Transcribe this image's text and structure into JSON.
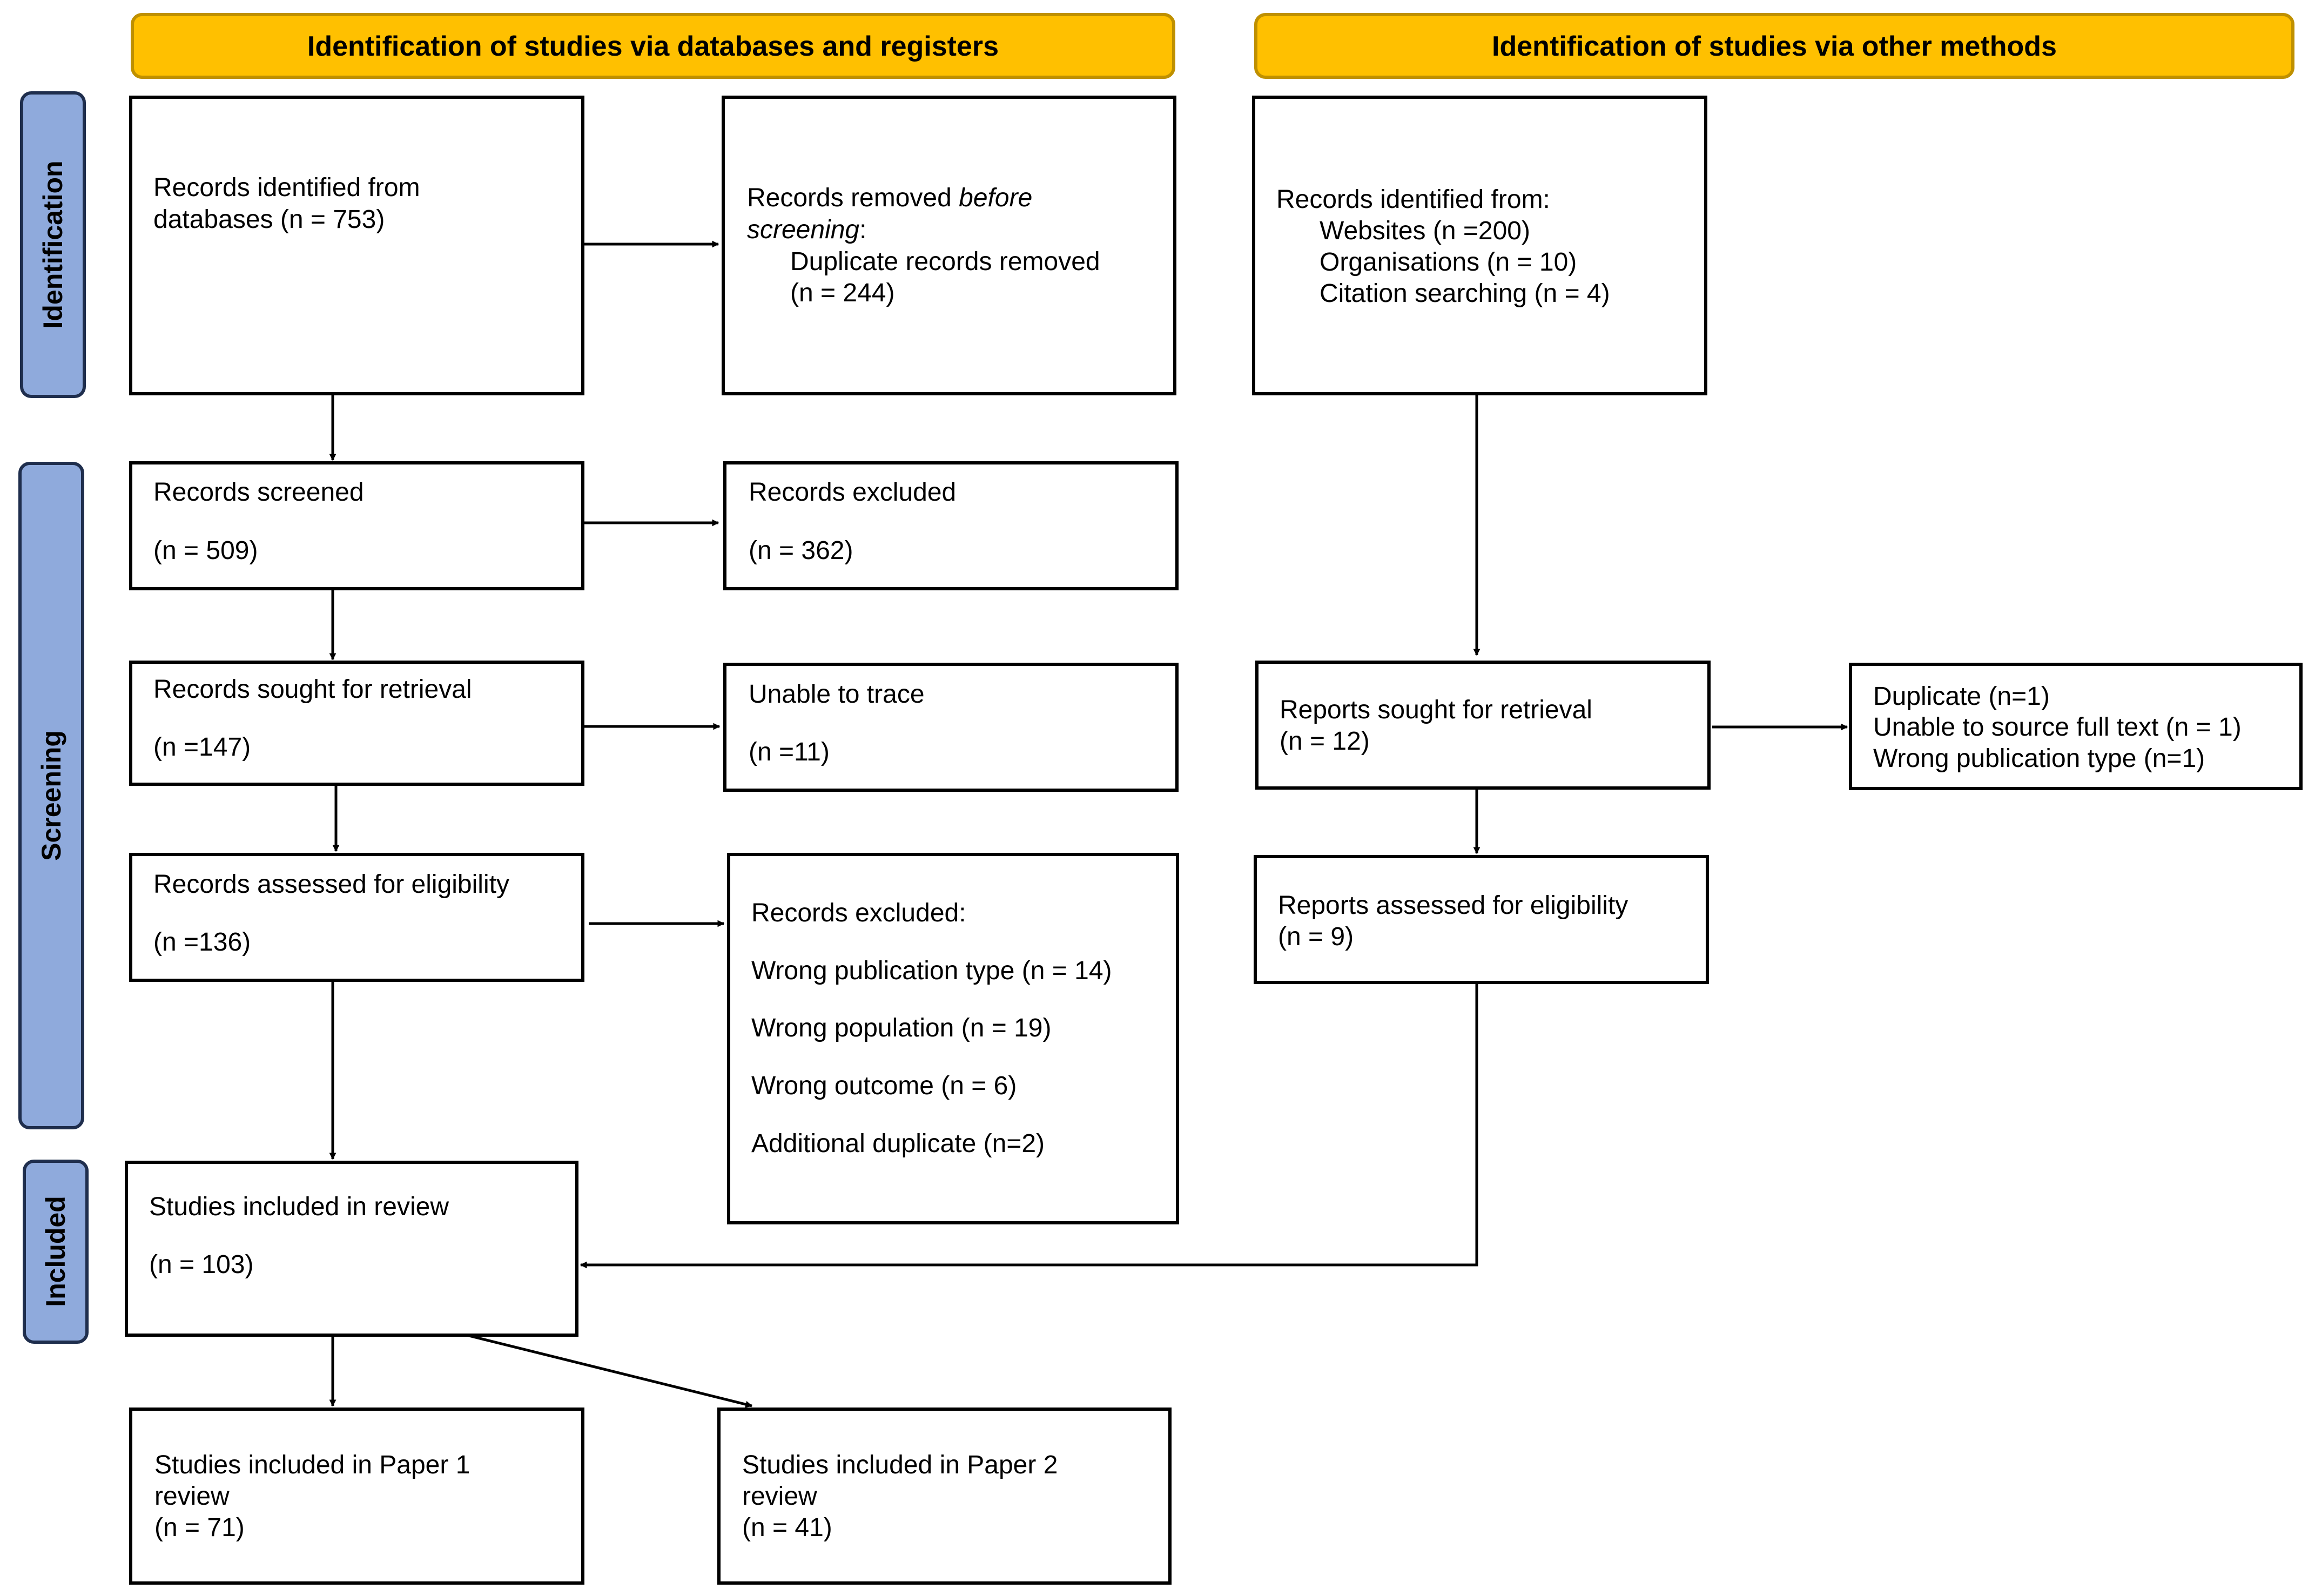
{
  "headers": {
    "databases": "Identification of studies via databases and registers",
    "other": "Identification of studies via other methods"
  },
  "phases": {
    "identification": "Identification",
    "screening": "Screening",
    "included": "Included"
  },
  "boxes": {
    "records_identified": [
      "Records identified from",
      "databases (n = 753)"
    ],
    "records_removed": {
      "line1_plain": "Records removed ",
      "line1_italic": "before",
      "line2_italic": "screening",
      "line2_plain": ":",
      "line3": "Duplicate records removed",
      "line4": "(n = 244)"
    },
    "other_identified": [
      "Records identified from:",
      "Websites (n =200)",
      "Organisations (n = 10)",
      "Citation searching (n = 4)"
    ],
    "records_screened": [
      "Records screened",
      "(n = 509)"
    ],
    "records_excluded": [
      "Records excluded",
      "(n = 362)"
    ],
    "records_sought": [
      "Records sought for retrieval",
      "(n =147)"
    ],
    "unable_to_trace": [
      "Unable to trace",
      "(n =11)"
    ],
    "reports_sought": [
      "Reports sought for retrieval",
      "(n = 12)"
    ],
    "other_excluded": [
      "Duplicate (n=1)",
      "Unable to source full text (n = 1)",
      "Wrong publication type (n=1)"
    ],
    "records_assessed": [
      "Records assessed for eligibility",
      "(n =136)"
    ],
    "records_excluded_reasons": [
      "Records excluded:",
      "Wrong publication type (n = 14)",
      "Wrong population (n = 19)",
      "Wrong outcome (n = 6)",
      "Additional duplicate (n=2)"
    ],
    "reports_assessed": [
      "Reports assessed for eligibility",
      "(n = 9)"
    ],
    "studies_included": [
      "Studies included in review",
      "(n = 103)"
    ],
    "paper1": [
      "Studies included in Paper 1",
      "review",
      "(n = 71)"
    ],
    "paper2": [
      "Studies included in Paper 2",
      "review",
      "(n = 41)"
    ]
  },
  "colors": {
    "header_fill": "#FFC000",
    "header_stroke": "#BF9000",
    "phase_fill": "#8FAADC",
    "phase_stroke": "#1F2E4D",
    "box_stroke": "#000000",
    "text": "#000000"
  }
}
